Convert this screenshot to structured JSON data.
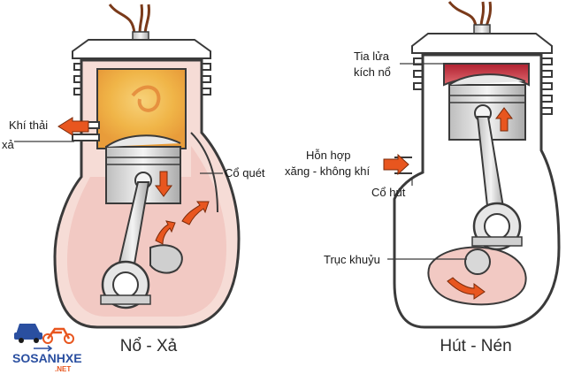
{
  "colors": {
    "outline": "#3a3a3a",
    "crankcase_fill": "#f2c9c3",
    "combustion_fill": "#f0b548",
    "compression_fill": "#c8303a",
    "arrow": "#e8561f",
    "metal": "#dcdcdc"
  },
  "left_engine": {
    "title": "Nổ - Xả",
    "labels": {
      "exhaust_gas": "Khí thải",
      "exhaust_port": "xả",
      "transfer_port": "Cổ quét"
    }
  },
  "right_engine": {
    "title": "Hút - Nén",
    "labels": {
      "spark_line1": "Tia lửa",
      "spark_line2": "kích nổ",
      "mixture_line1": "Hỗn  hợp",
      "mixture_line2": "xăng - không khí",
      "intake_port": "Cổ hút",
      "crankshaft": "Trục khuỷu"
    }
  },
  "logo": {
    "name": "SOSANHXE",
    "suffix": ".NET"
  }
}
